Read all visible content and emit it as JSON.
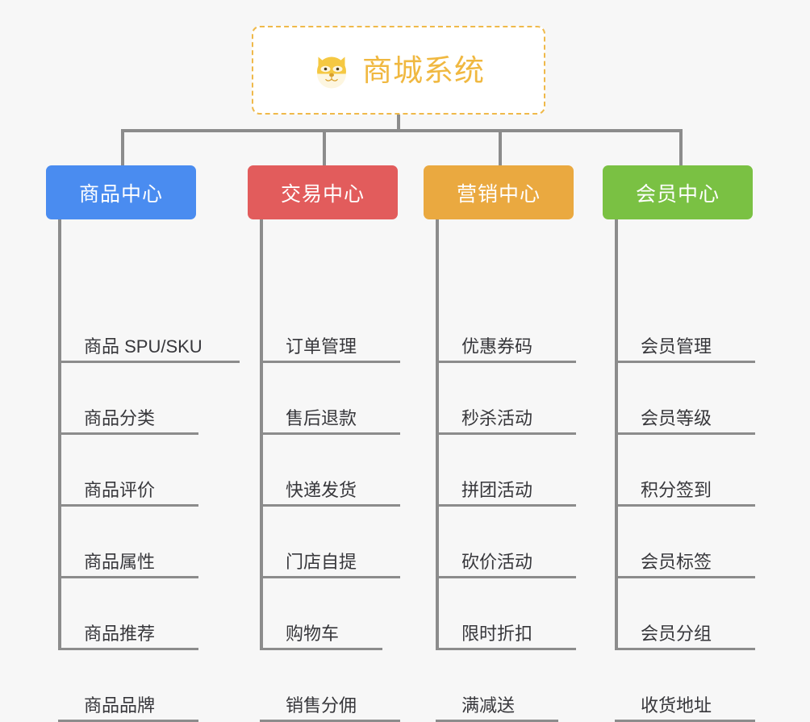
{
  "page": {
    "background_color": "#f7f7f7",
    "type": "mindmap-tree-diagram"
  },
  "root": {
    "title": "商城系统",
    "icon": "dog-face-icon",
    "text_color": "#f0b840",
    "border_color": "#efb94a",
    "background_color": "#ffffff"
  },
  "connector": {
    "color": "#8c8c8c"
  },
  "branches": [
    {
      "title": "商品中心",
      "color": "#4a8cf0",
      "items": [
        "商品 SPU/SKU",
        "商品分类",
        "商品评价",
        "商品属性",
        "商品推荐",
        "商品品牌"
      ]
    },
    {
      "title": "交易中心",
      "color": "#e25c5c",
      "items": [
        "订单管理",
        "售后退款",
        "快递发货",
        "门店自提",
        "购物车",
        "销售分佣"
      ]
    },
    {
      "title": "营销中心",
      "color": "#eaa940",
      "items": [
        "优惠券码",
        "秒杀活动",
        "拼团活动",
        "砍价活动",
        "限时折扣",
        "满减送"
      ]
    },
    {
      "title": "会员中心",
      "color": "#7ac143",
      "items": [
        "会员管理",
        "会员等级",
        "积分签到",
        "会员标签",
        "会员分组",
        "收货地址"
      ]
    }
  ]
}
